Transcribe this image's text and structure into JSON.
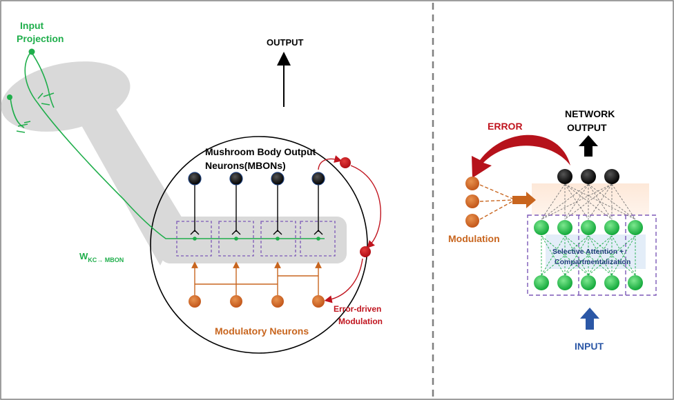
{
  "left_panel": {
    "input_projection_label_line1": "Input",
    "input_projection_label_line2": "Projection",
    "output_label": "OUTPUT",
    "mbon_title_line1": "Mushroom Body Output",
    "mbon_title_line2": "Neurons(MBONs)",
    "weight_label_main": "W",
    "weight_label_sub": "KC→ MBON",
    "modulatory_label": "Modulatory Neurons",
    "error_modulation_line1": "Error-driven",
    "error_modulation_line2": "Modulation"
  },
  "right_panel": {
    "error_label": "ERROR",
    "network_output_line1": "NETWORK",
    "network_output_line2": "OUTPUT",
    "modulation_label": "Modulation",
    "attention_line1": "Selective Attention +",
    "attention_line2": "Compartmentalization",
    "input_label": "INPUT"
  },
  "colors": {
    "green": "#1fae4b",
    "neuron_green": "#22c04a",
    "orange": "#c8651e",
    "red": "#c0141e",
    "purple": "#7b57b7",
    "blue": "#2b57a6",
    "black": "#000000",
    "gray_body": "#d9d9d9"
  }
}
